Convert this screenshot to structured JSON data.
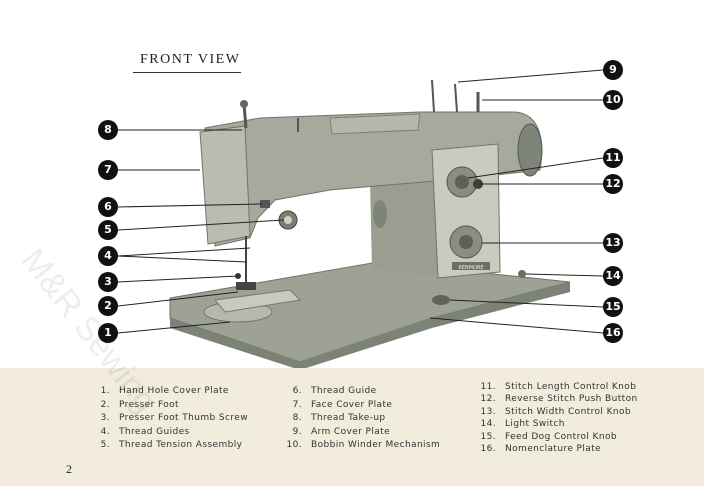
{
  "title": "FRONT VIEW",
  "page_number": "2",
  "watermark_text": "M&R Sewing",
  "colors": {
    "machine_body": "#a6aa9d",
    "machine_shadow": "#7f8478",
    "bed": "#9ea294",
    "callout": "#111111",
    "legend_band": "#f1ecdc"
  },
  "callouts": [
    "1",
    "2",
    "3",
    "4",
    "5",
    "6",
    "7",
    "8",
    "9",
    "10",
    "11",
    "12",
    "13",
    "14",
    "15",
    "16"
  ],
  "legend": {
    "col1": [
      {
        "num": "1.",
        "label": "Hand Hole Cover Plate"
      },
      {
        "num": "2.",
        "label": "Presser Foot"
      },
      {
        "num": "3.",
        "label": "Presser Foot Thumb Screw"
      },
      {
        "num": "4.",
        "label": "Thread Guides"
      },
      {
        "num": "5.",
        "label": "Thread Tension Assembly"
      }
    ],
    "col2": [
      {
        "num": "6.",
        "label": "Thread Guide"
      },
      {
        "num": "7.",
        "label": "Face Cover Plate"
      },
      {
        "num": "8.",
        "label": "Thread Take-up"
      },
      {
        "num": "9.",
        "label": "Arm Cover Plate"
      },
      {
        "num": "10.",
        "label": "Bobbin Winder Mechanism"
      }
    ],
    "col3": [
      {
        "num": "11.",
        "label": "Stitch Length Control Knob"
      },
      {
        "num": "12.",
        "label": "Reverse Stitch Push Button"
      },
      {
        "num": "13.",
        "label": "Stitch Width Control Knob"
      },
      {
        "num": "14.",
        "label": "Light Switch"
      },
      {
        "num": "15.",
        "label": "Feed Dog Control Knob"
      },
      {
        "num": "16.",
        "label": "Nomenclature Plate"
      }
    ]
  },
  "nameplate_text": "KENMORE"
}
